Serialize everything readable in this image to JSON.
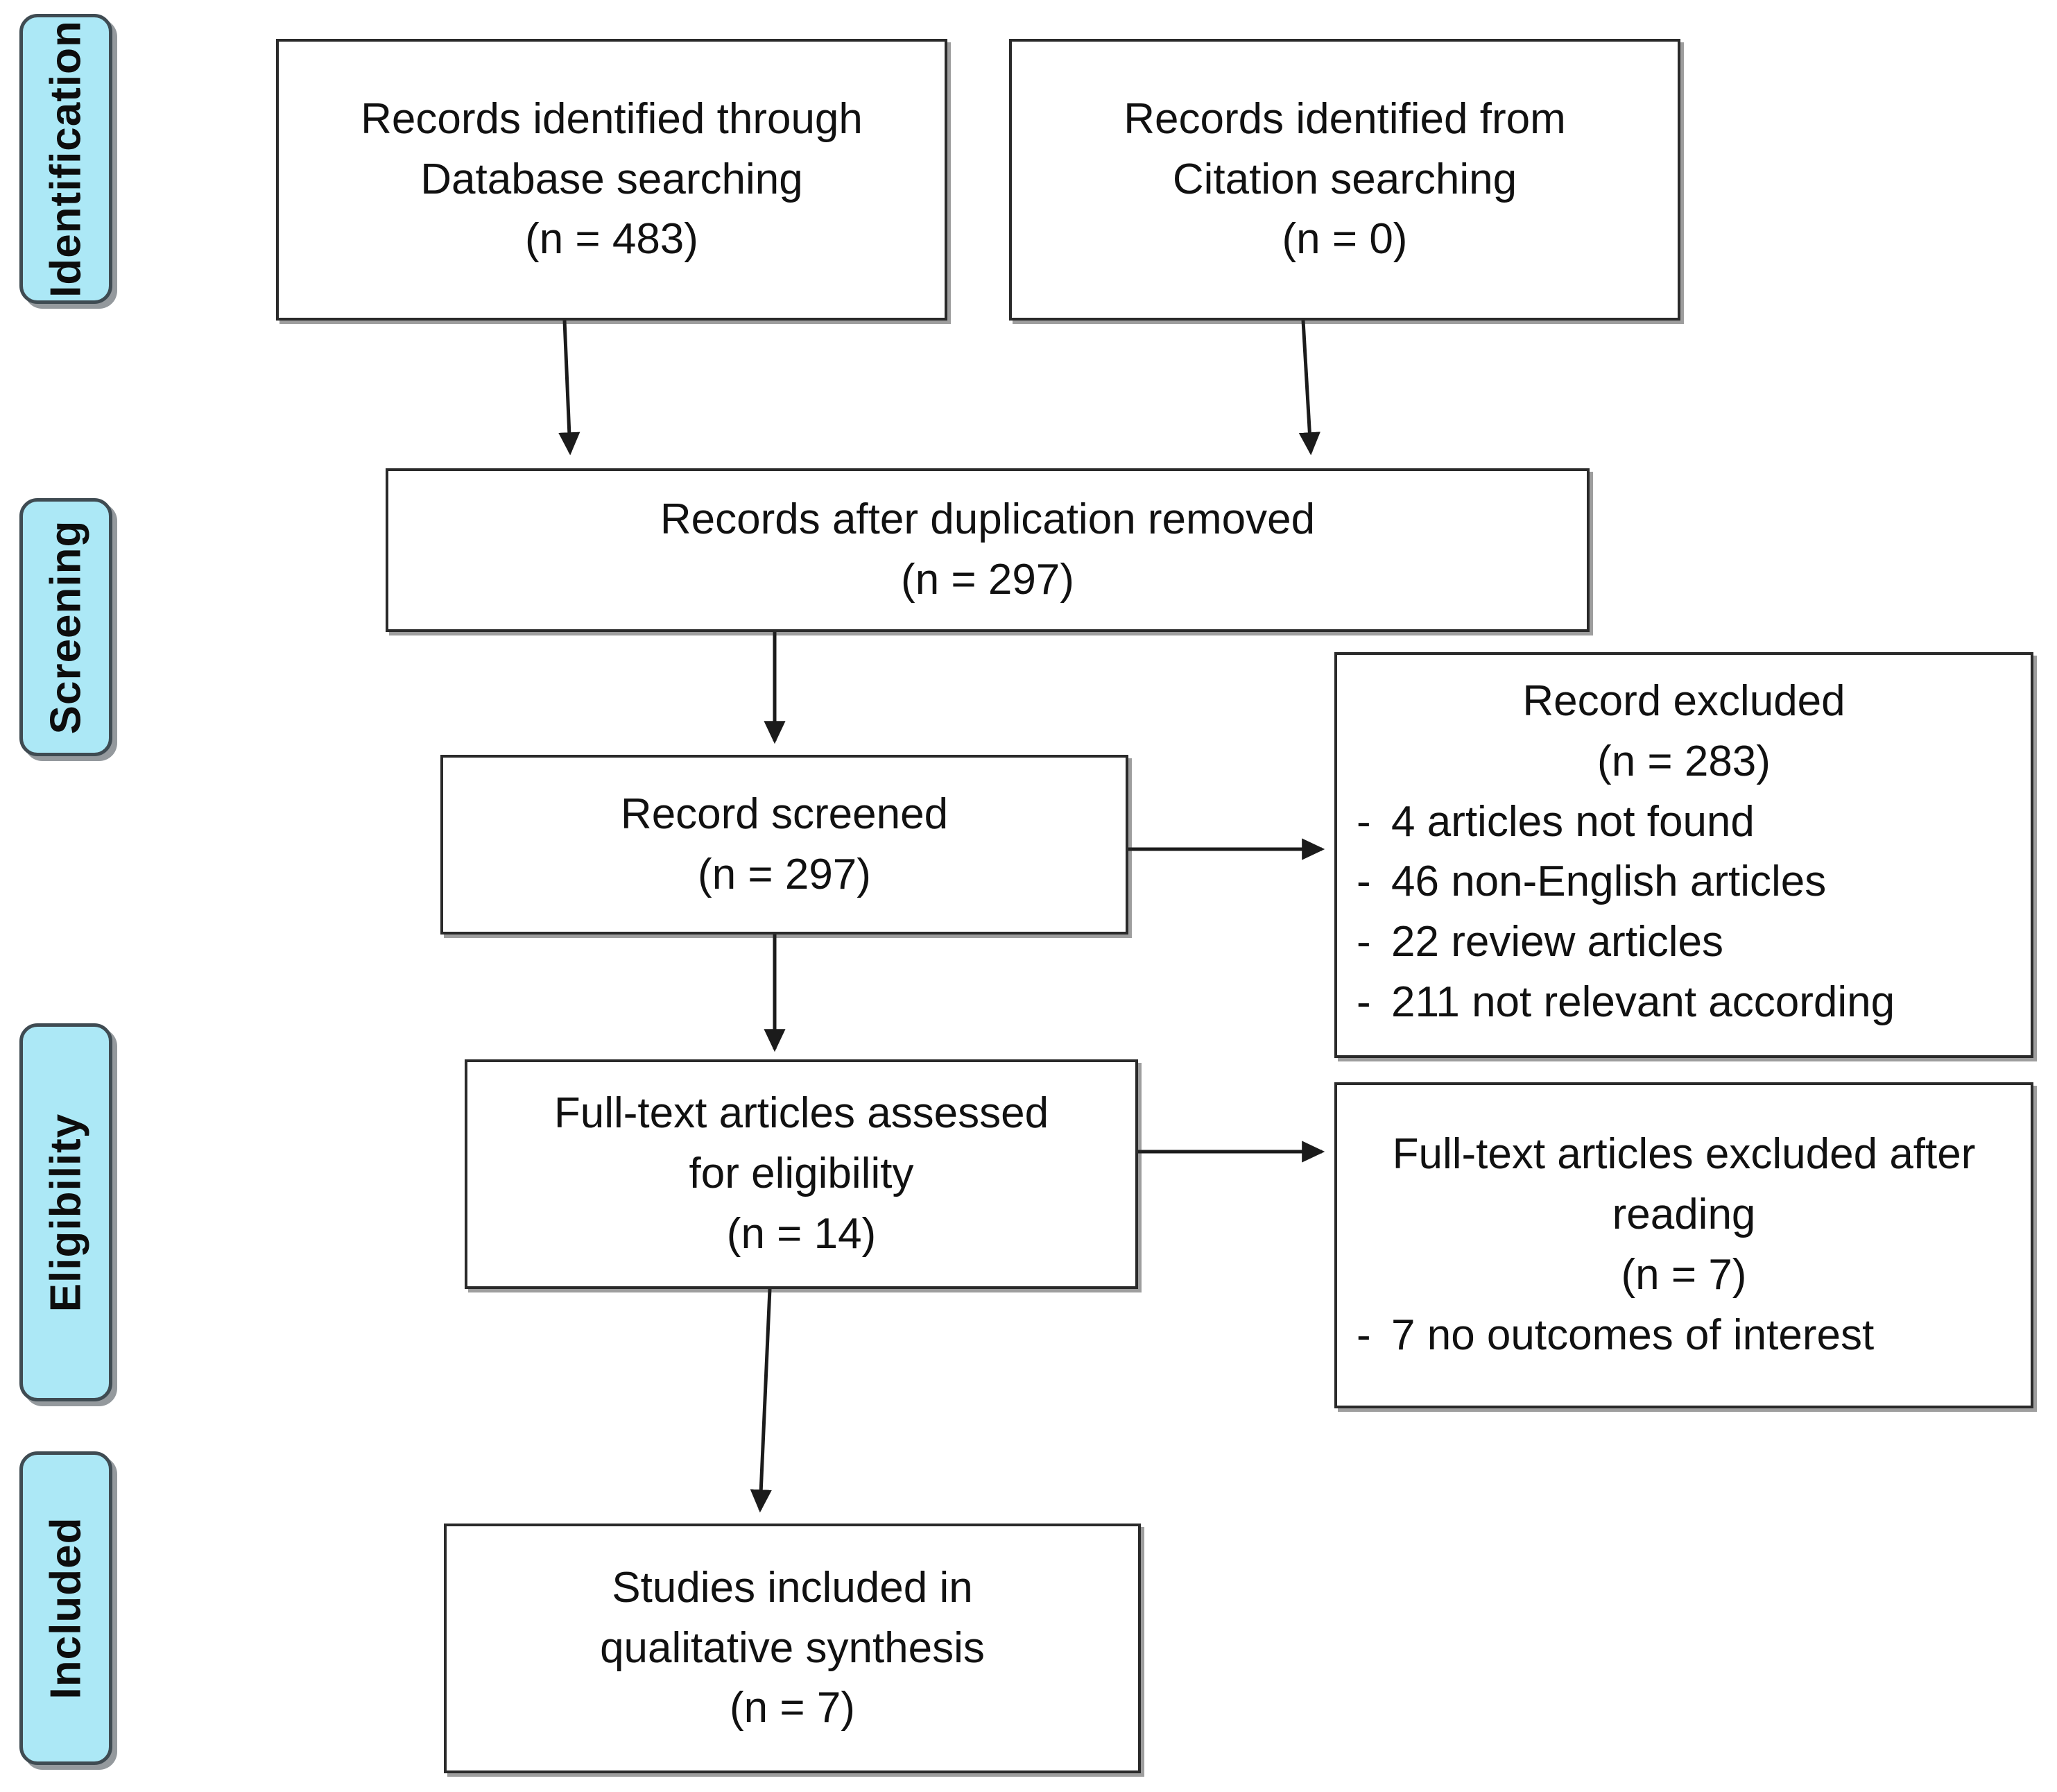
{
  "diagram": {
    "type": "prisma-flow-diagram",
    "accent_color": "#ACE8F6",
    "border_color": "#2a2a2a",
    "stage_border_color": "#3f4b52"
  },
  "stages": [
    {
      "label": "Identification"
    },
    {
      "label": "Screening"
    },
    {
      "label": "Eligibility"
    },
    {
      "label": "Included"
    }
  ],
  "boxes": {
    "db_search": {
      "lines": [
        "Records identified through",
        "Database searching",
        "(n = 483)"
      ],
      "n": 483
    },
    "citation_search": {
      "lines": [
        "Records identified from",
        "Citation searching",
        "(n = 0)"
      ],
      "n": 0
    },
    "dedup": {
      "lines": [
        "Records after duplication removed",
        "(n = 297)"
      ],
      "n": 297
    },
    "screened": {
      "lines": [
        "Record screened",
        "(n = 297)"
      ],
      "n": 297
    },
    "record_excluded": {
      "lines": [
        "Record excluded",
        "(n = 283)"
      ],
      "n": 283,
      "bullet_marker": "-",
      "bullets": [
        "4 articles not found",
        "46 non-English articles",
        "22 review articles",
        "211 not relevant according"
      ]
    },
    "fulltext_assessed": {
      "lines": [
        "Full-text articles assessed",
        "for eligibility",
        "(n = 14)"
      ],
      "n": 14
    },
    "fulltext_excluded": {
      "lines": [
        "Full-text articles excluded after",
        "reading",
        "(n = 7)"
      ],
      "n": 7,
      "bullet_marker": "-",
      "bullets": [
        "7 no outcomes of interest"
      ]
    },
    "included": {
      "lines": [
        "Studies included in",
        "qualitative synthesis",
        "(n = 7)"
      ],
      "n": 7
    }
  },
  "chart_data": {
    "type": "table",
    "title": "PRISMA study selection flow",
    "nodes": [
      {
        "id": "db_search",
        "stage": "Identification",
        "label": "Records identified through Database searching",
        "n": 483
      },
      {
        "id": "citation_search",
        "stage": "Identification",
        "label": "Records identified from Citation searching",
        "n": 0
      },
      {
        "id": "dedup",
        "stage": "Screening",
        "label": "Records after duplication removed",
        "n": 297
      },
      {
        "id": "screened",
        "stage": "Screening",
        "label": "Record screened",
        "n": 297
      },
      {
        "id": "record_excluded",
        "stage": "Screening",
        "label": "Record excluded",
        "n": 283
      },
      {
        "id": "fulltext_assessed",
        "stage": "Eligibility",
        "label": "Full-text articles assessed for eligibility",
        "n": 14
      },
      {
        "id": "fulltext_excluded",
        "stage": "Eligibility",
        "label": "Full-text articles excluded after reading",
        "n": 7
      },
      {
        "id": "included",
        "stage": "Included",
        "label": "Studies included in qualitative synthesis",
        "n": 7
      }
    ],
    "exclusion_reasons_screening": [
      {
        "reason": "articles not found",
        "n": 4
      },
      {
        "reason": "non-English articles",
        "n": 46
      },
      {
        "reason": "review articles",
        "n": 22
      },
      {
        "reason": "not relevant according",
        "n": 211
      }
    ],
    "exclusion_reasons_fulltext": [
      {
        "reason": "no outcomes of interest",
        "n": 7
      }
    ],
    "edges": [
      {
        "from": "db_search",
        "to": "dedup"
      },
      {
        "from": "citation_search",
        "to": "dedup"
      },
      {
        "from": "dedup",
        "to": "screened"
      },
      {
        "from": "screened",
        "to": "record_excluded"
      },
      {
        "from": "screened",
        "to": "fulltext_assessed"
      },
      {
        "from": "fulltext_assessed",
        "to": "fulltext_excluded"
      },
      {
        "from": "fulltext_assessed",
        "to": "included"
      }
    ]
  }
}
